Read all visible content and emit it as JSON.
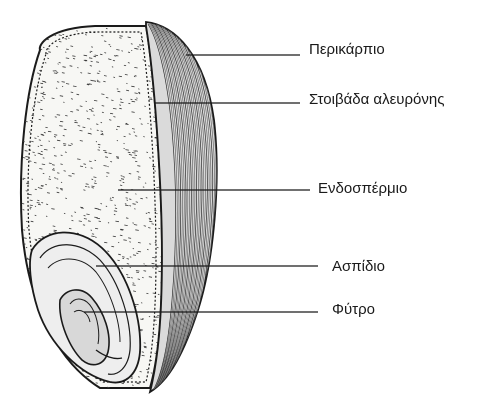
{
  "labels": {
    "pericarp": "Περικάρπιο",
    "aleurone": "Στοιβάδα αλευρόνης",
    "endosperm": "Ενδοσπέρμιο",
    "scutellum": "Ασπίδιο",
    "germ": "Φύτρο"
  },
  "colors": {
    "ink": "#1a1a1a",
    "endosperm_fill": "#f7f7f4",
    "pericarp_fill": "#cfcfcf"
  }
}
